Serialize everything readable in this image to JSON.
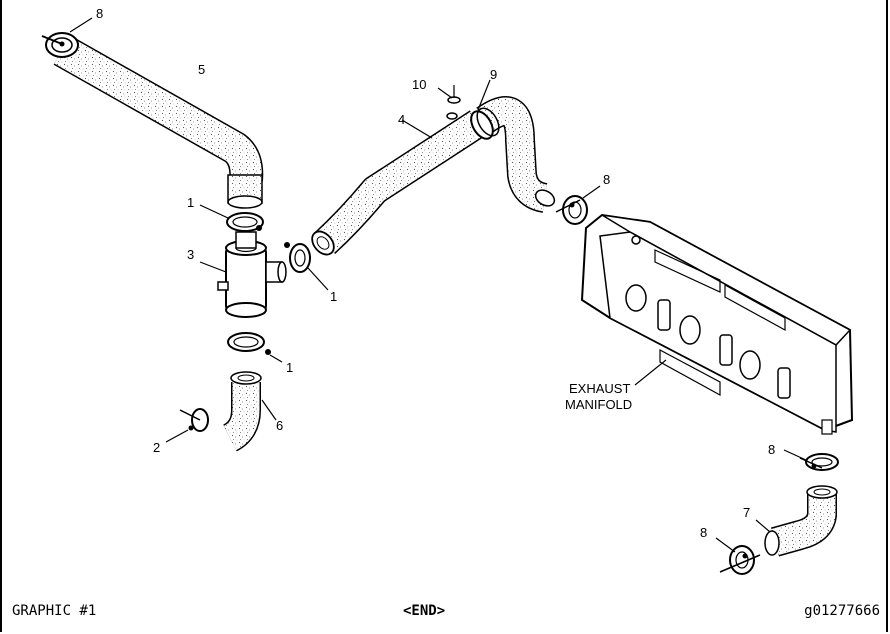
{
  "labels": {
    "clamp_top_left": "8",
    "hose_upper": "5",
    "clamp_upper_thermo": "1",
    "thermostat": "3",
    "clamp_side": "1",
    "clamp_lower_thermo": "1",
    "hose_lower": "6",
    "small_clamp": "2",
    "hose_long": "4",
    "fitting_10": "10",
    "coupling_9": "9",
    "clamp_manifold": "8",
    "manifold_line1": "EXHAUST",
    "manifold_line2": "MANIFOLD",
    "clamp_right_upper": "8",
    "hose_bottom_right": "7",
    "clamp_bottom_right": "8"
  },
  "footer": {
    "left": "GRAPHIC #1",
    "center": "<END>",
    "right": "g01277666"
  }
}
